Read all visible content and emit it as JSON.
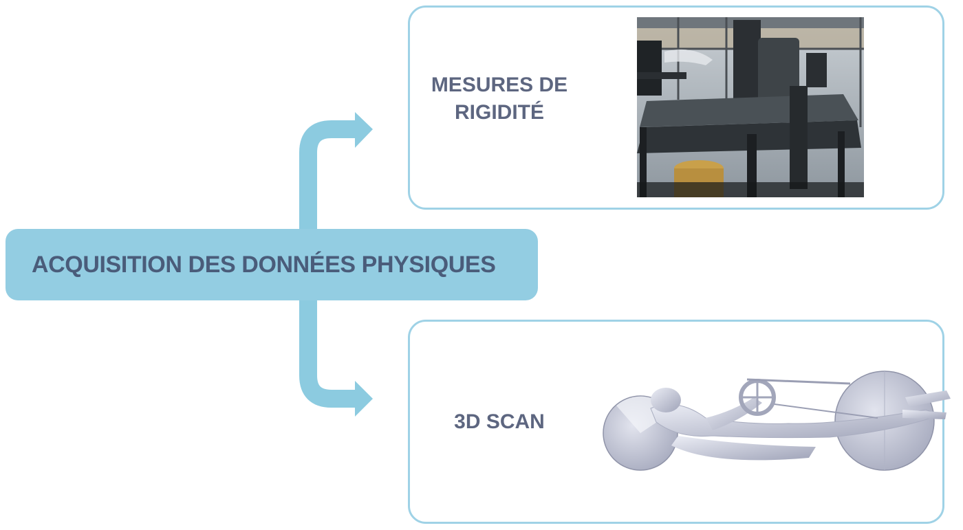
{
  "diagram": {
    "main_node": {
      "label": "ACQUISITION DES DONNÉES PHYSIQUES"
    },
    "branches": [
      {
        "label": "MESURES DE\nRIGIDITÉ",
        "image": "stiffness-test-bench-photo"
      },
      {
        "label": "3D SCAN",
        "image": "3d-scan-handbike-render"
      }
    ]
  },
  "colors": {
    "main_fill": "#93cde2",
    "connector": "#8ccbe0",
    "card_border": "#9fd2e6",
    "main_text": "#4a5c7a",
    "card_text": "#5d6680"
  }
}
